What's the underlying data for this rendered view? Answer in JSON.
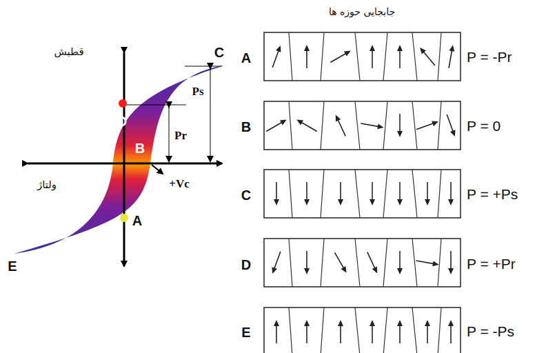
{
  "diagram": {
    "title": "جابجایی حوزه ها",
    "labels": [
      "قطبش",
      "C",
      "D",
      "Ps",
      "Pr",
      "B",
      "+Vc",
      "ولتاژ",
      "A",
      "E",
      "A",
      "P = -Pr",
      "B",
      "P = 0",
      "C",
      "P = +Ps",
      "D",
      "P = +Pr",
      "E",
      "P = -Ps"
    ]
  }
}
